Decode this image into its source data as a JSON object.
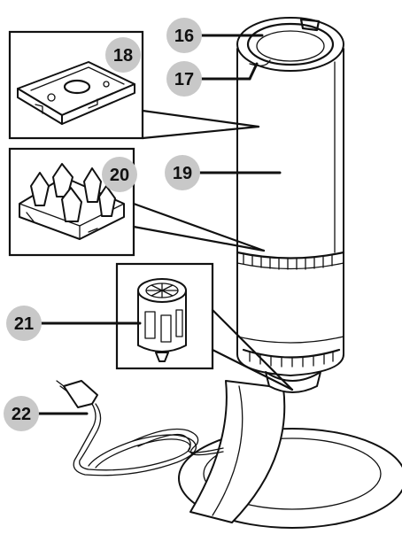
{
  "callouts": {
    "c16": "16",
    "c17": "17",
    "c18": "18",
    "c19": "19",
    "c20": "20",
    "c21": "21",
    "c22": "22"
  },
  "colors": {
    "badge_fill": "#c8c8c8",
    "line": "#111111",
    "background": "#ffffff"
  }
}
